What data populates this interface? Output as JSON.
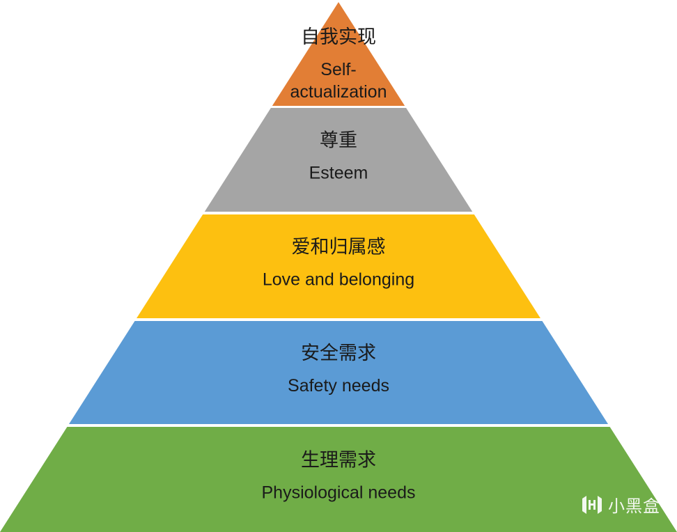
{
  "tiers": [
    {
      "label_cn": "自我实现",
      "label_en_lines": [
        "Self-",
        "actualization"
      ],
      "color": "#E27E35"
    },
    {
      "label_cn": "尊重",
      "label_en_lines": [
        "Esteem"
      ],
      "color": "#A5A5A5"
    },
    {
      "label_cn": "爱和归属感",
      "label_en_lines": [
        "Love and belonging"
      ],
      "color": "#FDC010"
    },
    {
      "label_cn": "安全需求",
      "label_en_lines": [
        "Safety needs"
      ],
      "color": "#5B9BD5"
    },
    {
      "label_cn": "生理需求",
      "label_en_lines": [
        "Physiological needs"
      ],
      "color": "#70AD47"
    }
  ],
  "watermark": {
    "text": "小黑盒",
    "icon": "xiaoheihe-logo-icon"
  }
}
